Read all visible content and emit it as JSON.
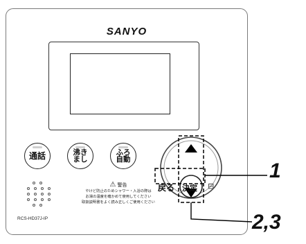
{
  "brand": "SANYO",
  "buttons": {
    "call": "通話",
    "reheat_line1": "沸き",
    "reheat_line2": "まし",
    "auto_line1": "ふろ",
    "auto_line2": "自動"
  },
  "dpad": {
    "back": "戻る",
    "ok": "決定",
    "right": "⊟"
  },
  "warning": {
    "icon": "⚠",
    "title": "警告",
    "line1": "やけど防止のためシャワー・入浴の際は",
    "line2": "お湯の温度を確かめて使用してください",
    "line3": "取扱説明書をよく読み正しくご使用ください"
  },
  "model": "RCS-HD37J-IP",
  "callouts": {
    "one": "1",
    "two_three": "2,3"
  }
}
